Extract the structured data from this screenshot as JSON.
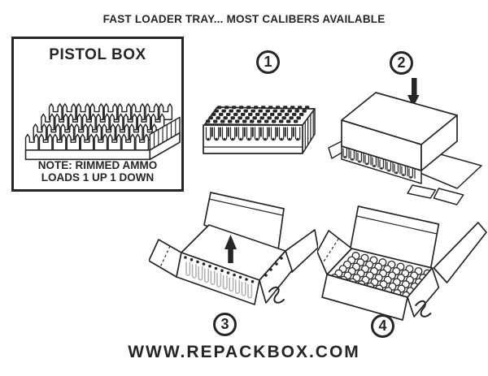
{
  "header": {
    "title": "FAST LOADER TRAY... MOST CALIBERS AVAILABLE"
  },
  "pistol_box_panel": {
    "title": "PISTOL BOX",
    "note_line1": "NOTE: RIMMED AMMO",
    "note_line2": "LOADS 1 UP 1 DOWN",
    "icon": "loader-tray-illustration"
  },
  "steps": [
    {
      "number": "1",
      "icon": "tray-loaded-with-ammo-illustration"
    },
    {
      "number": "2",
      "icon": "box-pressed-down-over-tray-illustration"
    },
    {
      "number": "3",
      "icon": "inverted-box-tray-lift-out-illustration"
    },
    {
      "number": "4",
      "icon": "open-box-packed-ammo-illustration"
    }
  ],
  "footer": {
    "website": "WWW.REPACKBOX.COM"
  },
  "colors": {
    "ink": "#262626",
    "background": "#ffffff",
    "tray_ghost": "#b3b3b3"
  }
}
